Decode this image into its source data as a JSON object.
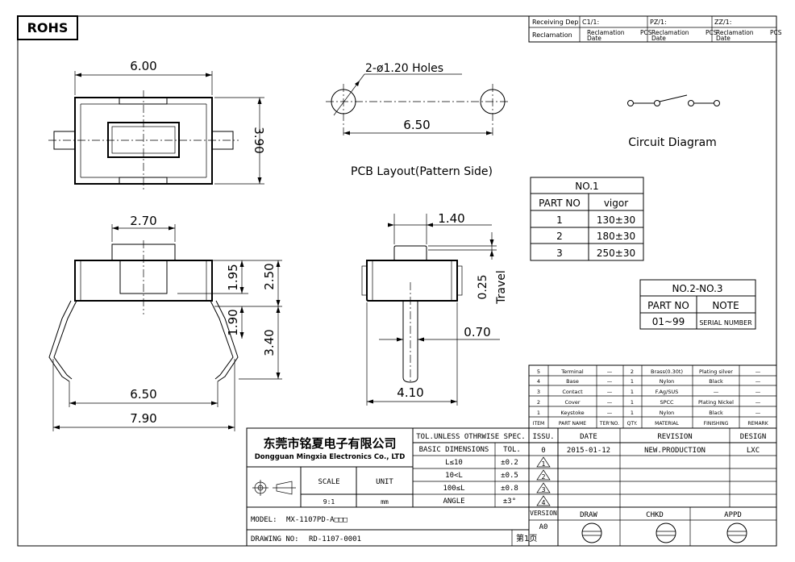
{
  "rohs": "ROHS",
  "top_block": {
    "r1": [
      "Receiving Dep",
      "C1/1:",
      "PZ/1:",
      "ZZ/1:"
    ],
    "reclamation": "Reclamation",
    "cell_text": [
      "Reclamation",
      "Date"
    ],
    "pcs": "PCS"
  },
  "top_view": {
    "width_dim": "6.00",
    "height_dim": "3.90"
  },
  "pcb_layout": {
    "holes": "2-ø1.20 Holes",
    "pitch": "6.50",
    "caption": "PCB Layout(Pattern Side)"
  },
  "circuit_caption": "Circuit Diagram",
  "front_view": {
    "dims": [
      "2.70",
      "1.95",
      "2.50",
      "1.90",
      "3.40",
      "6.50",
      "7.90"
    ]
  },
  "side_view": {
    "dims": [
      "1.40",
      "0.25",
      "Travel",
      "0.70",
      "4.10"
    ]
  },
  "table_no1": {
    "title": "NO.1",
    "headers": [
      "PART NO",
      "vigor"
    ],
    "rows": [
      [
        "1",
        "130±30"
      ],
      [
        "2",
        "180±30"
      ],
      [
        "3",
        "250±30"
      ]
    ]
  },
  "table_no23": {
    "title": "NO.2-NO.3",
    "headers": [
      "PART NO",
      "NOTE"
    ],
    "rows": [
      [
        "01~99",
        "SERIAL NUMBER"
      ]
    ]
  },
  "bom": {
    "rows": [
      [
        "5",
        "Terminal",
        "—",
        "2",
        "Brass(0.30t)",
        "Plating silver",
        "—"
      ],
      [
        "4",
        "Base",
        "—",
        "1",
        "Nylon",
        "Black",
        "—"
      ],
      [
        "3",
        "Contact",
        "—",
        "1",
        "F.Ag/SUS",
        "—",
        "—"
      ],
      [
        "2",
        "Cover",
        "—",
        "1",
        "SPCC",
        "Plating Nickel",
        "—"
      ],
      [
        "1",
        "Keystoke",
        "—",
        "1",
        "Nylon",
        "Black",
        "—"
      ]
    ],
    "headers": [
      "ITEM",
      "PART NAME",
      "TER'NO.",
      "QTY.",
      "MATERIAL",
      "FINISHING",
      "REMARK"
    ]
  },
  "title_block": {
    "company_cn": "东莞市铭夏电子有限公司",
    "company_en": "Dongguan Mingxia Electronics Co., LTD",
    "tol_header": "TOL.UNLESS OTHRWISE SPEC.",
    "basic_dims": "BASIC DIMENSIONS",
    "tol": "TOL.",
    "tol_rows": [
      [
        "L≤10",
        "±0.2"
      ],
      [
        "10<L",
        "±0.5"
      ],
      [
        "100≤L",
        "±0.8"
      ],
      [
        "ANGLE",
        "±3°"
      ]
    ],
    "scale_label": "SCALE",
    "unit_label": "UNIT",
    "scale_value": "9:1",
    "unit_value": "mm",
    "issu_header": "ISSU.",
    "date_header": "DATE",
    "revision_header": "REVISION",
    "design_header": "DESIGN",
    "issu_value": "0",
    "date_value": "2015-01-12",
    "revision_value": "NEW.PRODUCTION",
    "design_value": "LXC",
    "triangle_nums": [
      "1",
      "2",
      "3",
      "4"
    ],
    "model_label": "MODEL:",
    "model_value": "MX-1107PD-A□□□",
    "drawing_label": "DRAWING NO:",
    "drawing_value": "RD-1107-0001",
    "page": "第1页",
    "version_label": "VERSION",
    "version_value": "A0",
    "draw": "DRAW",
    "chkd": "CHKD",
    "appd": "APPD"
  }
}
